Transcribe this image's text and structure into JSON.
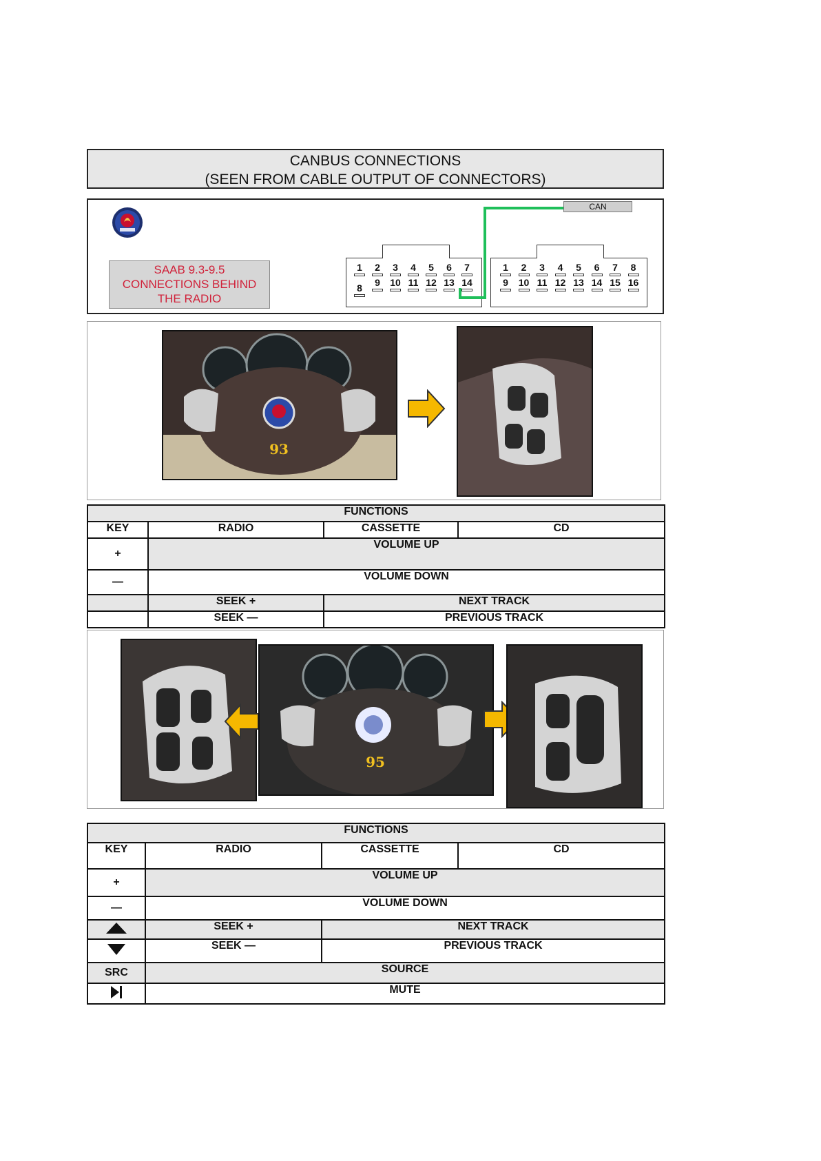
{
  "header": {
    "line1": "CANBUS CONNECTIONS",
    "line2": "(SEEN FROM CABLE OUTPUT OF CONNECTORS)"
  },
  "connection_panel": {
    "logo": "saab-logo-icon",
    "label_line1": "SAAB 9.3-9.5",
    "label_line2": "CONNECTIONS BEHIND",
    "label_line3": "THE RADIO",
    "can_label": "CAN",
    "connector_a": {
      "top_pins": [
        "1",
        "2",
        "3",
        "4",
        "5",
        "6",
        "7"
      ],
      "bottom_pins": [
        "8",
        "9",
        "10",
        "11",
        "12",
        "13",
        "14"
      ]
    },
    "connector_b": {
      "top_pins": [
        "1",
        "2",
        "3",
        "4",
        "5",
        "6",
        "7",
        "8"
      ],
      "bottom_pins": [
        "9",
        "10",
        "11",
        "12",
        "13",
        "14",
        "15",
        "16"
      ]
    },
    "wire_color": "#1fbf5a"
  },
  "photo_93": {
    "model_label": "93"
  },
  "photo_95": {
    "model_label": "95"
  },
  "table_93": {
    "title": "FUNCTIONS",
    "headers": [
      "KEY",
      "RADIO",
      "CASSETTE",
      "CD"
    ],
    "rows": [
      {
        "key": "+",
        "function": "VOLUME UP"
      },
      {
        "key": "—",
        "function": "VOLUME DOWN"
      },
      {
        "key": "",
        "radio": "SEEK +",
        "other": "NEXT TRACK"
      },
      {
        "key": "",
        "radio": "SEEK —",
        "other": "PREVIOUS TRACK"
      }
    ]
  },
  "table_95": {
    "title": "FUNCTIONS",
    "headers": [
      "KEY",
      "RADIO",
      "CASSETTE",
      "CD"
    ],
    "rows": [
      {
        "key": "+",
        "function": "VOLUME UP"
      },
      {
        "key": "—",
        "function": "VOLUME DOWN"
      },
      {
        "key_icon": "triangle-up-icon",
        "radio": "SEEK +",
        "other": "NEXT TRACK"
      },
      {
        "key_icon": "triangle-down-icon",
        "radio": "SEEK —",
        "other": "PREVIOUS TRACK"
      },
      {
        "key": "SRC",
        "function": "SOURCE"
      },
      {
        "key_icon": "play-pause-icon",
        "function": "MUTE"
      }
    ]
  },
  "colors": {
    "accent_red": "#d0223a",
    "arrow_yellow": "#f5b800",
    "gray_fill": "#e6e6e6"
  }
}
